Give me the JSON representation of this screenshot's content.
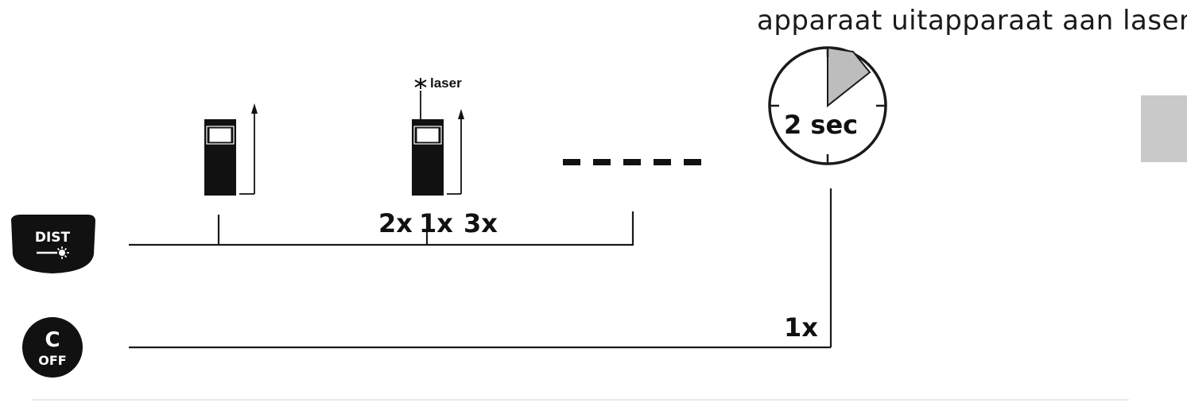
{
  "header_text": "apparaat uitapparaat aan laser",
  "buttons": {
    "dist_label": "DIST",
    "clear_label": "C",
    "off_label": "OFF"
  },
  "device_states": {
    "laser_indicator": "laser"
  },
  "press_counts": {
    "dist_first": "1x",
    "dist_second": "2x",
    "dist_third": "3x",
    "off_press": "1x"
  },
  "timer": {
    "label": "2 sec"
  },
  "colors": {
    "line": "#1a1a1a",
    "timer_wedge": "#bdbdbd",
    "button_fill": "#111111",
    "side_box": "#c9c9c9"
  }
}
